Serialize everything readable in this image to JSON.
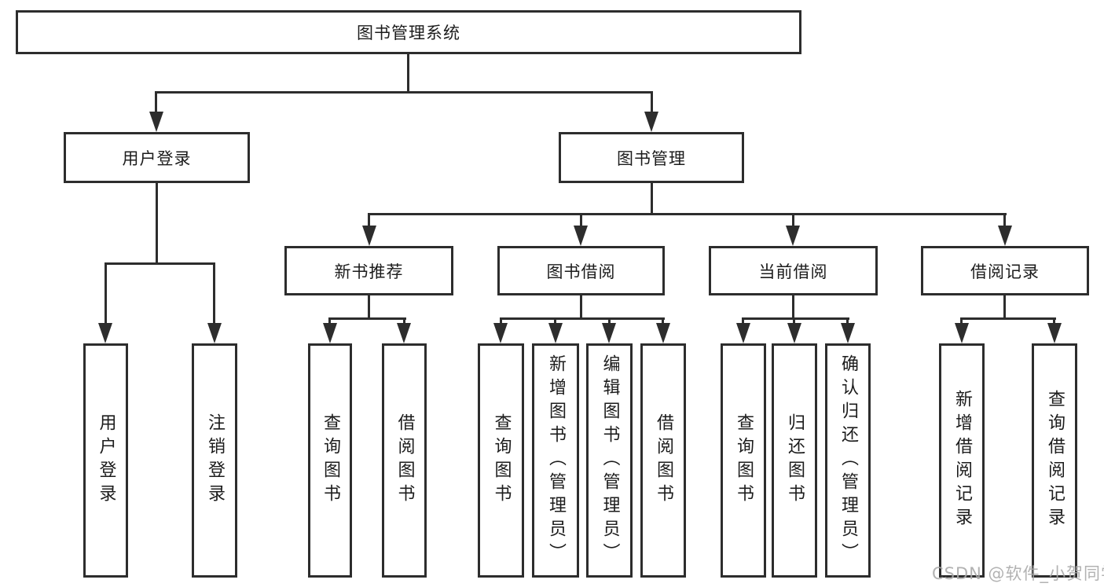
{
  "diagram": {
    "root": {
      "label": "图书管理系统",
      "children": [
        {
          "label": "用户登录",
          "children": [
            {
              "label": "用户登录"
            },
            {
              "label": "注销登录"
            }
          ]
        },
        {
          "label": "图书管理",
          "children": [
            {
              "label": "新书推荐",
              "children": [
                {
                  "label": "查询图书"
                },
                {
                  "label": "借阅图书"
                }
              ]
            },
            {
              "label": "图书借阅",
              "children": [
                {
                  "label": "查询图书"
                },
                {
                  "label": "新增图书（管理员）"
                },
                {
                  "label": "编辑图书（管理员）"
                },
                {
                  "label": "借阅图书"
                }
              ]
            },
            {
              "label": "当前借阅",
              "children": [
                {
                  "label": "查询图书"
                },
                {
                  "label": "归还图书"
                },
                {
                  "label": "确认归还（管理员）"
                }
              ]
            },
            {
              "label": "借阅记录",
              "children": [
                {
                  "label": "新增借阅记录"
                },
                {
                  "label": "查询借阅记录"
                }
              ]
            }
          ]
        }
      ]
    }
  },
  "watermark": {
    "text": "CSDN @软件_小贺同学"
  },
  "colors": {
    "line": "#2d2d2d",
    "background": "#ffffff",
    "watermark": "#aaaaaa"
  }
}
